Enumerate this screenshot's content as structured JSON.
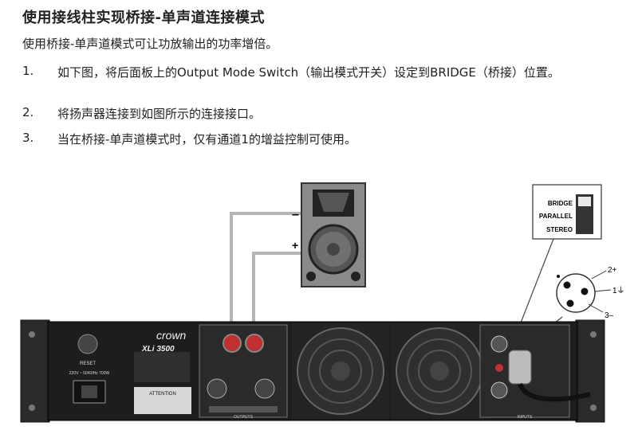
{
  "heading": "使用接线柱实现桥接-单声道连接模式",
  "intro": "使用桥接-单声道模式可让功放输出的功率增倍。",
  "steps": [
    {
      "num": "1.",
      "text": "如下图，将后面板上的Output Mode Switch（输出模式开关）设定到BRIDGE（桥接）位置。"
    },
    {
      "num": "2.",
      "text": "将扬声器连接到如图所示的连接接口。"
    },
    {
      "num": "3.",
      "text": "当在桥接-单声道模式时，仅有通道1的增益控制可使用。"
    }
  ],
  "diagram": {
    "speaker": {
      "minus": "–",
      "plus": "+"
    },
    "mode_switch": {
      "options": [
        "BRIDGE",
        "PARALLEL",
        "STEREO"
      ],
      "selected": "BRIDGE"
    },
    "xlr_pins": {
      "pin2": "2+",
      "pin1": "1⏚",
      "pin3": "3–"
    },
    "amp": {
      "brand": "crown",
      "model": "XLi 3500",
      "reset": "RESET",
      "power_rating": "220V ~ 50/60Hz 700W",
      "attention": "ATTENTION",
      "inputs_label": "INPUTS",
      "outputs_label": "OUTPUTS"
    }
  }
}
